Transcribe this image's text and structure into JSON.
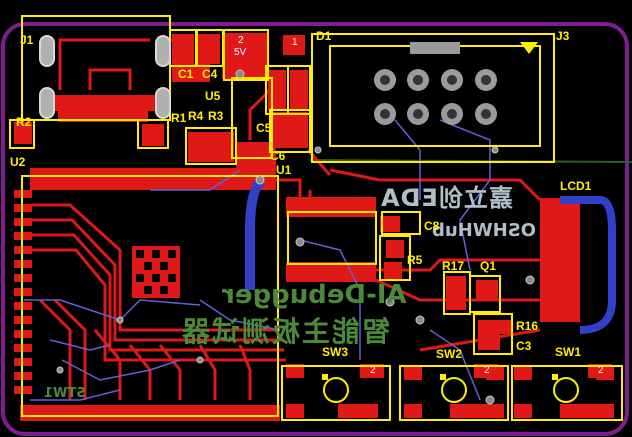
{
  "colors": {
    "background": "#000000",
    "board_outline": "#7f1f8f",
    "copper_top": "#ff2020",
    "silkscreen": "#ffee00",
    "bottom_trace": "#6060dd",
    "bottom_silk": "#4a8a3a",
    "pad_label": "#ffffff",
    "mirror_text": "#b0c0c8"
  },
  "designators": {
    "J1": "J1",
    "J3": "J3",
    "D1": "D1",
    "C1": "C1",
    "C4": "C4",
    "U5": "U5",
    "C5": "C5",
    "C6": "C6",
    "R1": "R1",
    "R2": "R2",
    "R3": "R3",
    "R4": "R4",
    "U1": "U1",
    "U2": "U2",
    "C8": "C8",
    "R5": "R5",
    "R16": "R16",
    "R17": "R17",
    "Q1": "Q1",
    "C3": "C3",
    "LCD1": "LCD1",
    "SW1": "SW1",
    "SW2": "SW2",
    "SW3": "SW3"
  },
  "pad_numbers": {
    "regulator_pad": "2",
    "regulator_voltage": "5V",
    "d1_pad": "1",
    "sw3_pad": "2",
    "sw2_pad": "2",
    "sw1_pad": "2"
  },
  "bottom_text": {
    "brand": "嘉立创EDA",
    "brand_sub": "OSHWHub",
    "product": "AI-Debugger",
    "product_cn": "智能主板测试器",
    "corner": "STW1"
  }
}
